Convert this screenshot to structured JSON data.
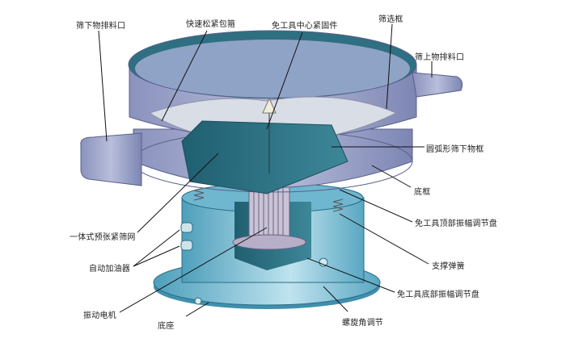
{
  "diagram": {
    "labels": {
      "undersize_outlet": "筛下物排料口",
      "quick_clamp": "快速松紧包箍",
      "center_fastener": "免工具中心紧固件",
      "screen_frame": "筛选框",
      "oversize_outlet": "筛上物排料口",
      "arc_undersize_frame": "圆弧形筛下物框",
      "bottom_frame": "底框",
      "top_amplitude_disk": "免工具顶部振幅调节盘",
      "support_spring": "支撑弹簧",
      "bottom_amplitude_disk": "免工具底部振幅调节盘",
      "helix_angle_adjust": "螺旋角调节",
      "pretensioned_mesh": "一体式预张紧筛网",
      "auto_lubricator": "自动加油器",
      "vibration_motor": "振动电机",
      "base": "底座"
    },
    "colors": {
      "frame": "#9aa3c8",
      "inner": "#2f7a8c",
      "base": "#7fc0d6",
      "mesh": "#d8dde6"
    }
  }
}
